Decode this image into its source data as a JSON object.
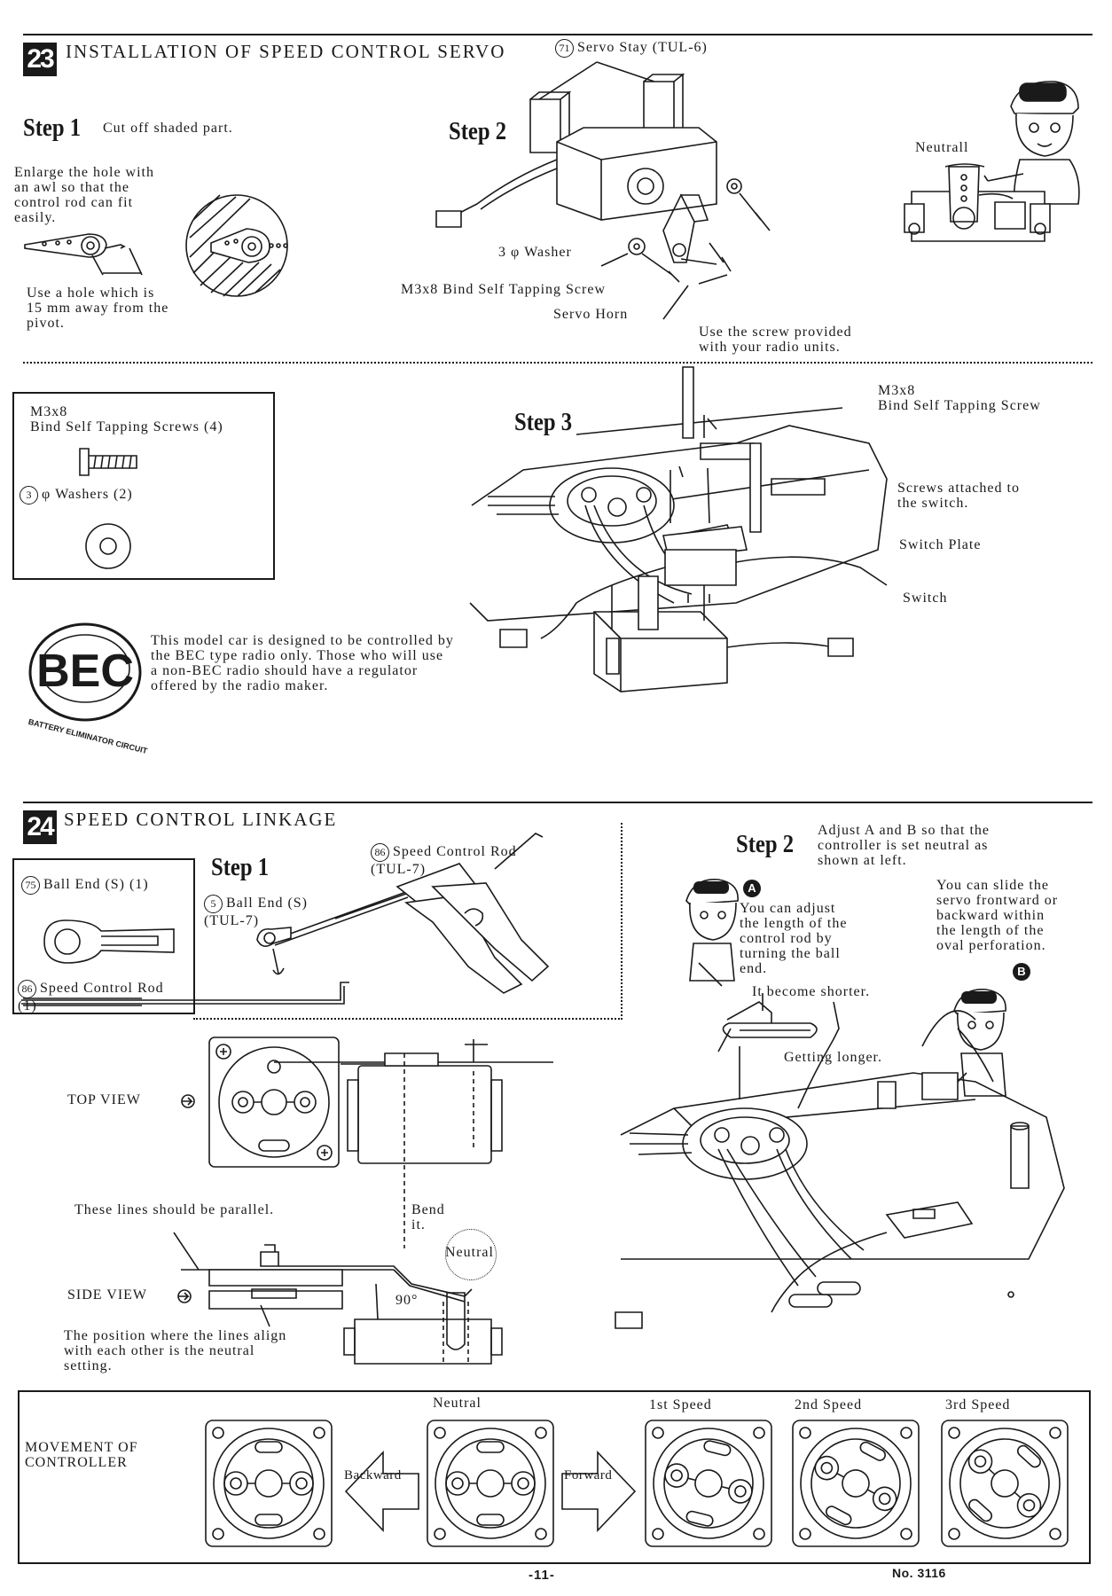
{
  "sec23": {
    "number": "23",
    "title": "INSTALLATION OF SPEED CONTROL SERVO",
    "servo_stay_num": "71",
    "servo_stay": "Servo Stay (TUL-6)",
    "step1_label": "Step 1",
    "step1_text": "Cut off shaded part.",
    "enlarge_text": "Enlarge the hole with\nan awl so that the\ncontrol rod can fit\neasily.",
    "use_hole_text": "Use a hole which is\n15 mm away from the\npivot.",
    "step2_label": "Step 2",
    "washer": "3 φ Washer",
    "m3x8_screw": "M3x8 Bind Self Tapping Screw",
    "servo_horn": "Servo Horn",
    "use_screw": "Use the screw provided\nwith your radio units.",
    "neutral": "Neutrall",
    "parts_m3x8": "M3x8\nBind Self Tapping Screws (4)",
    "parts_washer_num": "3",
    "parts_washers": "φ Washers (2)",
    "step3_label": "Step 3",
    "s3_m3x8": "M3x8\nBind Self Tapping Screw",
    "s3_screws_attached": "Screws attached to\nthe switch.",
    "s3_switch_plate": "Switch Plate",
    "s3_switch": "Switch",
    "bec_logo": "BEC",
    "bec_ring": "BATTERY ELIMINATOR CIRCUIT",
    "bec_text": "This model car is designed to be controlled by\nthe BEC type radio only. Those who will use\na non-BEC radio should have a regulator\noffered by the radio maker."
  },
  "sec24": {
    "number": "24",
    "title": "SPEED CONTROL LINKAGE",
    "ball_end_num": "75",
    "ball_end": "Ball End (S) (1)",
    "rod_num": "86",
    "rod": "Speed Control Rod\n(1)",
    "step1_label": "Step 1",
    "s1_ball_num": "5",
    "s1_ball_end": "Ball End (S)\n(TUL-7)",
    "s1_rod_num": "86",
    "s1_rod": "Speed Control Rod\n(TUL-7)",
    "top_view": "TOP VIEW",
    "side_view": "SIDE VIEW",
    "parallel": "These lines should be parallel.",
    "bend": "Bend\nit.",
    "neutral": "Neutral",
    "angle": "90°",
    "position_text": "The position where the lines align\nwith each other is the neutral\nsetting.",
    "step2_label": "Step 2",
    "step2_text": "Adjust A and B so that the\ncontroller is set neutral as\nshown at left.",
    "a_label": "A",
    "a_text": "You can adjust\nthe length of the\ncontrol rod by\nturning the ball\nend.",
    "b_text": "You can slide the\nservo frontward or\nbackward within\nthe length of the\noval perforation.",
    "b_label": "B",
    "shorter": "It become shorter.",
    "longer": "Getting longer."
  },
  "movement": {
    "label": "MOVEMENT OF\nCONTROLLER",
    "backward": "Backward",
    "forward": "Forward",
    "neutral": "Neutral",
    "first": "1st Speed",
    "second": "2nd Speed",
    "third": "3rd Speed"
  },
  "footer": {
    "page": "-11-",
    "number": "No. 3116"
  }
}
